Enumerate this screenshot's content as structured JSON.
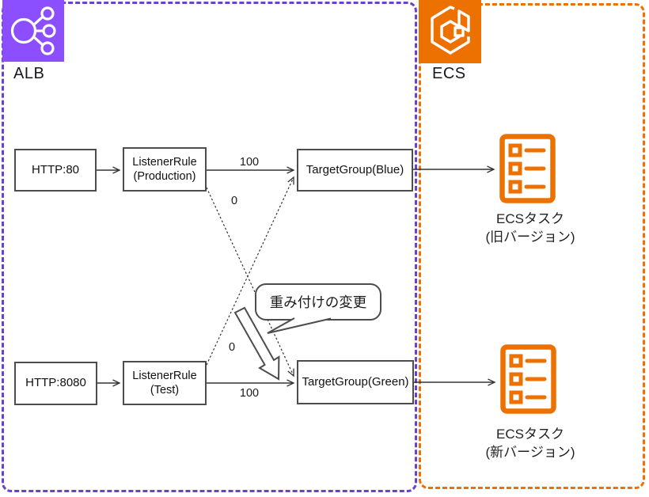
{
  "groups": {
    "alb": {
      "label": "ALB"
    },
    "ecs": {
      "label": "ECS"
    }
  },
  "colors": {
    "alb_group_border": "#6B41C9",
    "alb_icon_bg": "#8C4FFF",
    "ecs_group_border": "#ED7100",
    "ecs_icon_bg": "#ED7100",
    "task_icon": "#ED7100",
    "node_border": "#4d4d4d",
    "connector": "#333333"
  },
  "nodes": {
    "http80": {
      "label": "HTTP:80"
    },
    "listener_production": {
      "line1": "ListenerRule",
      "line2": "(Production)"
    },
    "target_blue": {
      "label": "TargetGroup(Blue)"
    },
    "http8080": {
      "label": "HTTP:8080"
    },
    "listener_test": {
      "line1": "ListenerRule",
      "line2": "(Test)"
    },
    "target_green": {
      "label": "TargetGroup(Green)"
    },
    "ecs_task_old": {
      "line1": "ECSタスク",
      "line2": "(旧バージョン)"
    },
    "ecs_task_new": {
      "line1": "ECSタスク",
      "line2": "(新バージョン)"
    }
  },
  "edge_labels": {
    "production_to_blue": "100",
    "production_to_green": "0",
    "test_to_blue": "0",
    "test_to_green": "100"
  },
  "callout": {
    "label": "重み付けの変更"
  }
}
